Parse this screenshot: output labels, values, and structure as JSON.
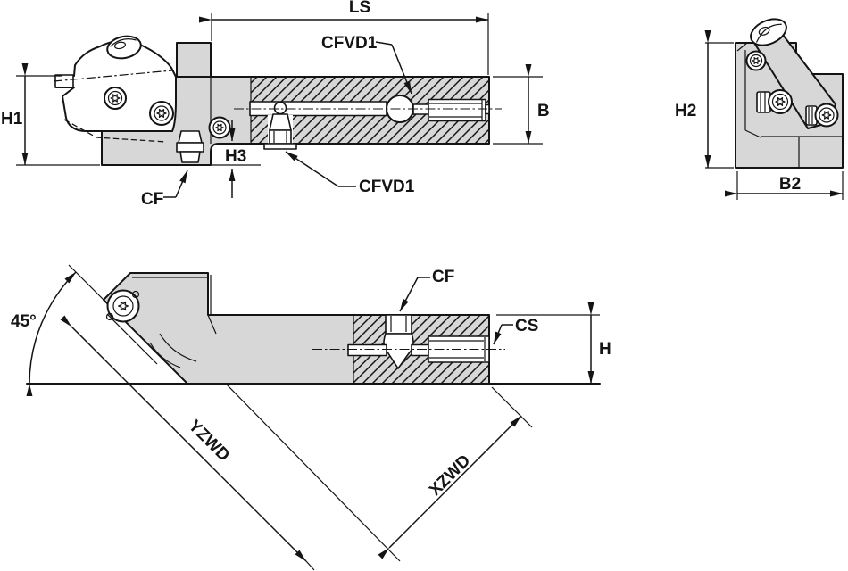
{
  "drawing": {
    "kind": "engineering-dimension-diagram",
    "views": {
      "side_view": "tool holder side view with sectioned shank",
      "end_view": "tool holder end view",
      "plan_view": "tool holder 45-degree plan view with sectioned shank"
    }
  },
  "labels": {
    "ls": "LS",
    "cfvd1_upper": "CFVD1",
    "cfvd1_lower": "CFVD1",
    "h1": "H1",
    "h3": "H3",
    "b": "B",
    "cf_side": "CF",
    "h2": "H2",
    "b2": "B2",
    "angle": "45°",
    "cf_plan": "CF",
    "cs": "CS",
    "h": "H",
    "yzwd": "YZWD",
    "xzwd": "XZWD"
  },
  "colors": {
    "body_fill": "#d7d7d7",
    "line": "#141414",
    "background": "#ffffff"
  }
}
